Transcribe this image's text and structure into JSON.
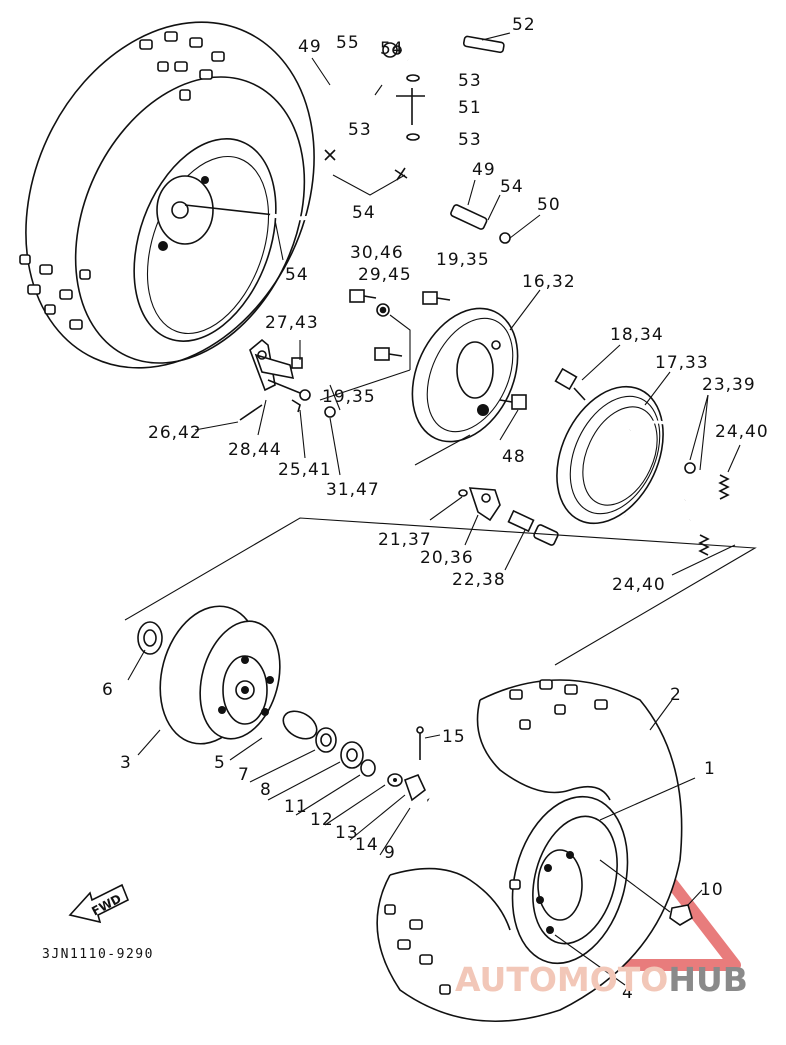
{
  "drawing_code": "3JN1110-9290",
  "fwd_label": "FWD",
  "watermark": {
    "word_left": "AUTOMOTO",
    "word_right": "HUB",
    "accent_color": "#e05050"
  },
  "callouts": {
    "c1": "1",
    "c2": "2",
    "c3": "3",
    "c4": "4",
    "c5": "5",
    "c6": "6",
    "c7": "7",
    "c8": "8",
    "c9": "9",
    "c10": "10",
    "c11": "11",
    "c12": "12",
    "c13": "13",
    "c14": "14",
    "c15": "15",
    "c16_32": "16,32",
    "c17_33": "17,33",
    "c18_34": "18,34",
    "c19_35a": "19,35",
    "c19_35b": "19,35",
    "c20_36": "20,36",
    "c21_37": "21,37",
    "c22_38": "22,38",
    "c23_39": "23,39",
    "c24_40a": "24,40",
    "c24_40b": "24,40",
    "c25_41": "25,41",
    "c26_42": "26,42",
    "c27_43": "27,43",
    "c28_44": "28,44",
    "c29_45": "29,45",
    "c30_46": "30,46",
    "c31_47": "31,47",
    "c48": "48",
    "c49a": "49",
    "c49b": "49",
    "c50": "50",
    "c51": "51",
    "c52": "52",
    "c53a": "53",
    "c53b": "53",
    "c53c": "53",
    "c54a": "54",
    "c54b": "54",
    "c54c": "54",
    "c54d": "54",
    "c55": "55"
  }
}
